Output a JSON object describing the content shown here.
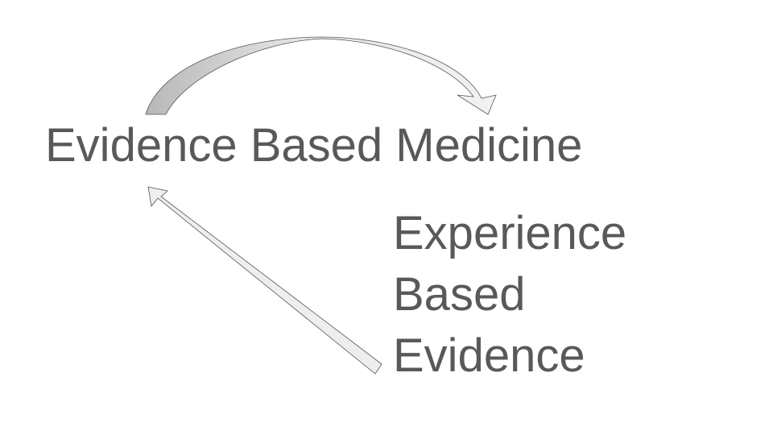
{
  "slide": {
    "main_text": "Evidence Based Medicine",
    "stack_lines": [
      "Experience",
      "Based",
      "Evidence"
    ]
  },
  "colors": {
    "text": "#595959",
    "arrow_fill_dark": "#bfbfbf",
    "arrow_fill_light": "#eeeeee",
    "arrow_stroke": "#555555"
  },
  "arrows": [
    {
      "name": "curved-arrow",
      "from": "Evidence",
      "to": "Medicine"
    },
    {
      "name": "straight-arrow",
      "from": "Experience Based Evidence",
      "to": "Evidence Based Medicine"
    }
  ]
}
